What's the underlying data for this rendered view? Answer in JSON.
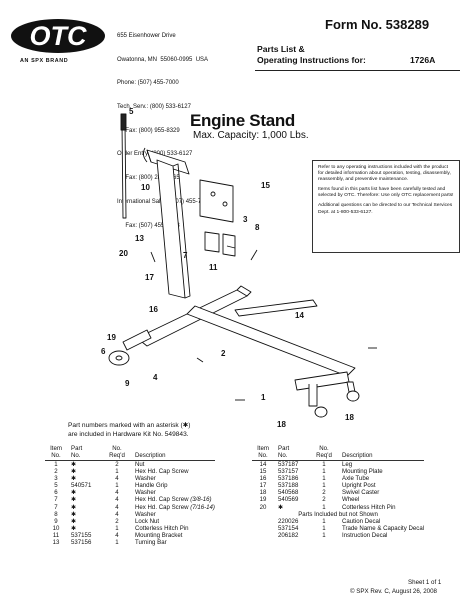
{
  "header": {
    "logo_text": "OTC",
    "logo_sub": "AN SPX BRAND",
    "address_lines": [
      "655 Eisenhower Drive",
      "Owatonna, MN  55060-0995  USA",
      "Phone: (507) 455-7000",
      "Tech. Serv.: (800) 533-6127",
      "     Fax: (800) 955-8329",
      "Order Entry: (800) 533-6127",
      "     Fax: (800) 283-8665",
      "International Sales: (507) 455-7223",
      "     Fax: (507) 455-7063"
    ],
    "form_number": "Form No. 538289",
    "title_line1": "Parts List &",
    "title_line2": "Operating Instructions for:",
    "model": "1726A"
  },
  "product": {
    "title": "Engine Stand",
    "capacity": "Max. Capacity: 1,000 Lbs."
  },
  "info_box": {
    "p1": "Refer to any operating instructions included with the product for detailed information about operation, testing, disassembly, reassembly, and preventive maintenance.",
    "p2": "Items found in this parts list have been carefully tested and selected by OTC. Therefore: Use only OTC replacement parts!",
    "p3": "Additional questions can be directed to our Technical Services Dept. at 1-800-533-6127."
  },
  "diagram": {
    "callouts": [
      "5",
      "10",
      "15",
      "3",
      "8",
      "13",
      "20",
      "7",
      "11",
      "17",
      "16",
      "14",
      "2",
      "19",
      "6",
      "9",
      "1",
      "4",
      "18",
      "18"
    ]
  },
  "hardware_note": {
    "line1": "Part numbers marked with an asterisk (✱)",
    "line2": "are included in Hardware Kit No. 549843."
  },
  "table_headers": {
    "item": [
      "Item",
      "No."
    ],
    "part": [
      "Part",
      "No."
    ],
    "qty": [
      "No.",
      "Req'd"
    ],
    "desc": "Description"
  },
  "left_table": [
    {
      "item": "1",
      "part": "✱",
      "qty": "2",
      "desc": "Nut",
      "spec": ""
    },
    {
      "item": "2",
      "part": "✱",
      "qty": "1",
      "desc": "Hex Hd. Cap Screw",
      "spec": ""
    },
    {
      "item": "3",
      "part": "✱",
      "qty": "4",
      "desc": "Washer",
      "spec": ""
    },
    {
      "item": "5",
      "part": "540571",
      "qty": "1",
      "desc": "Handle Grip",
      "spec": ""
    },
    {
      "item": "6",
      "part": "✱",
      "qty": "4",
      "desc": "Washer",
      "spec": ""
    },
    {
      "item": "7",
      "part": "✱",
      "qty": "4",
      "desc": "Hex Hd. Cap Screw",
      "spec": "(3/8-16)"
    },
    {
      "item": "7",
      "part": "✱",
      "qty": "4",
      "desc": "Hex Hd. Cap Screw",
      "spec": "(7/16-14)"
    },
    {
      "item": "8",
      "part": "✱",
      "qty": "4",
      "desc": "Washer",
      "spec": ""
    },
    {
      "item": "9",
      "part": "✱",
      "qty": "2",
      "desc": "Lock Nut",
      "spec": ""
    },
    {
      "item": "10",
      "part": "✱",
      "qty": "1",
      "desc": "Cotterless Hitch Pin",
      "spec": ""
    },
    {
      "item": "11",
      "part": "537155",
      "qty": "4",
      "desc": "Mounting Bracket",
      "spec": ""
    },
    {
      "item": "13",
      "part": "537156",
      "qty": "1",
      "desc": "Turning Bar",
      "spec": ""
    }
  ],
  "right_table": [
    {
      "item": "14",
      "part": "537187",
      "qty": "1",
      "desc": "Leg"
    },
    {
      "item": "15",
      "part": "537157",
      "qty": "1",
      "desc": "Mounting Plate"
    },
    {
      "item": "16",
      "part": "537186",
      "qty": "1",
      "desc": "Axle Tube"
    },
    {
      "item": "17",
      "part": "537188",
      "qty": "1",
      "desc": "Upright Post"
    },
    {
      "item": "18",
      "part": "540568",
      "qty": "2",
      "desc": "Swivel Caster"
    },
    {
      "item": "19",
      "part": "540569",
      "qty": "2",
      "desc": "Wheel"
    },
    {
      "item": "20",
      "part": "✱",
      "qty": "1",
      "desc": "Cotterless Hitch Pin"
    }
  ],
  "not_shown": {
    "heading": "Parts Included but not Shown",
    "rows": [
      {
        "part": "220026",
        "qty": "1",
        "desc": "Caution Decal"
      },
      {
        "part": "537154",
        "qty": "1",
        "desc": "Trade Name & Capacity Decal"
      },
      {
        "part": "206182",
        "qty": "1",
        "desc": "Instruction Decal"
      }
    ]
  },
  "footer": {
    "sheet": "Sheet 1 of 1",
    "copyright": "©  SPX   Rev. C, August 26, 2008"
  }
}
